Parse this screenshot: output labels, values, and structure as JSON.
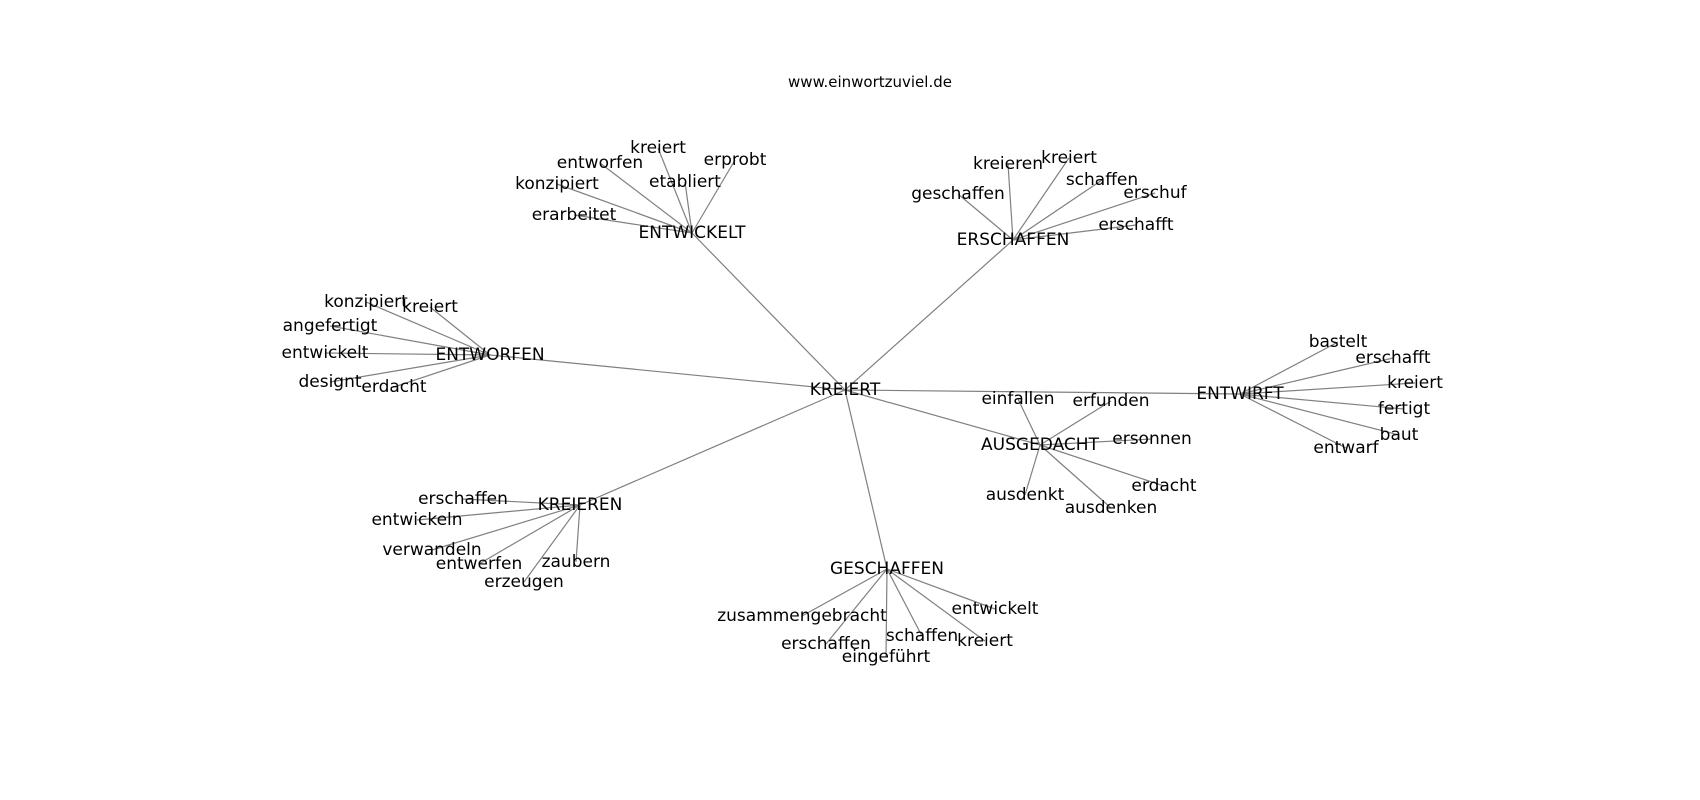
{
  "title": "www.einwortzuviel.de",
  "center": "KREIERT",
  "groups": [
    {
      "label": "ENTWICKELT",
      "words": [
        "kreiert",
        "erprobt",
        "entworfen",
        "etabliert",
        "konzipiert",
        "erarbeitet"
      ]
    },
    {
      "label": "ERSCHAFFEN",
      "words": [
        "kreiert",
        "kreieren",
        "schaffen",
        "geschaffen",
        "erschuf",
        "erschafft"
      ]
    },
    {
      "label": "ENTWORFEN",
      "words": [
        "konzipiert",
        "kreiert",
        "angefertigt",
        "entwickelt",
        "designt",
        "erdacht"
      ]
    },
    {
      "label": "ENTWIRFT",
      "words": [
        "bastelt",
        "erschafft",
        "kreiert",
        "fertigt",
        "baut",
        "entwarf"
      ]
    },
    {
      "label": "AUSGEDACHT",
      "words": [
        "einfallen",
        "erfunden",
        "ersonnen",
        "erdacht",
        "ausdenkt",
        "ausdenken"
      ]
    },
    {
      "label": "KREIEREN",
      "words": [
        "erschaffen",
        "entwickeln",
        "verwandeln",
        "entwerfen",
        "zaubern",
        "erzeugen"
      ]
    },
    {
      "label": "GESCHAFFEN",
      "words": [
        "entwickelt",
        "zusammengebracht",
        "schaffen",
        "kreiert",
        "erschaffen",
        "eingeführt"
      ]
    }
  ]
}
